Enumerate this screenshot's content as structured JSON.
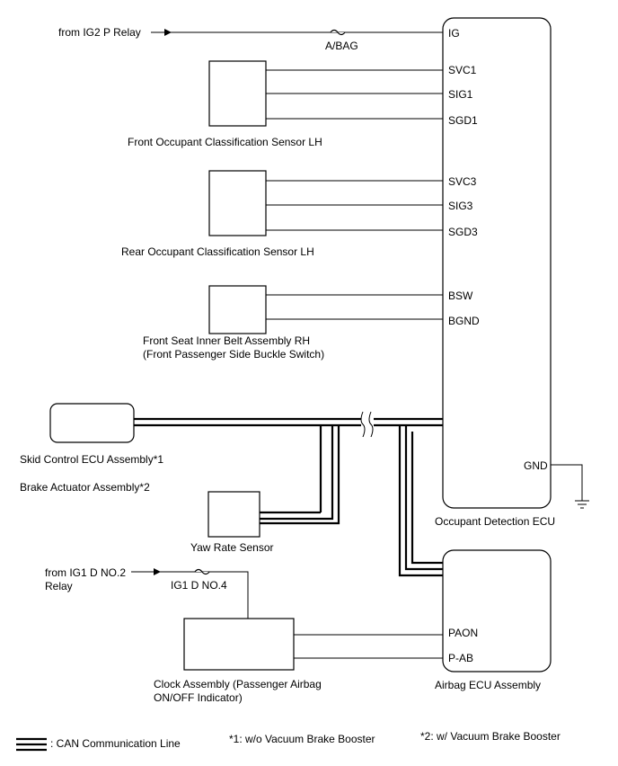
{
  "sources": {
    "ig2": "from IG2 P Relay",
    "ig1_line1": "from IG1 D NO.2",
    "ig1_line2": "Relay"
  },
  "fuses": {
    "abag": "A/BAG",
    "ig1d": "IG1 D NO.4"
  },
  "components": {
    "front_sensor": "Front Occupant Classification Sensor LH",
    "rear_sensor": "Rear Occupant Classification Sensor LH",
    "belt_line1": "Front Seat Inner Belt Assembly RH",
    "belt_line2": "(Front Passenger Side Buckle Switch)",
    "skid_ecu": "Skid Control ECU Assembly*1",
    "brake_actuator": "Brake Actuator Assembly*2",
    "yaw_sensor": "Yaw Rate Sensor",
    "clock_line1": "Clock Assembly (Passenger Airbag",
    "clock_line2": "ON/OFF Indicator)",
    "occupant_ecu": "Occupant Detection ECU",
    "airbag_ecu": "Airbag ECU Assembly"
  },
  "pins": {
    "ig": "IG",
    "svc1": "SVC1",
    "sig1": "SIG1",
    "sgd1": "SGD1",
    "svc3": "SVC3",
    "sig3": "SIG3",
    "sgd3": "SGD3",
    "bsw": "BSW",
    "bgnd": "BGND",
    "gnd": "GND",
    "paon": "PAON",
    "pab": "P-AB"
  },
  "legend": {
    "can": ": CAN Communication Line",
    "note1": "*1: w/o Vacuum Brake Booster",
    "note2": "*2: w/ Vacuum Brake Booster"
  }
}
